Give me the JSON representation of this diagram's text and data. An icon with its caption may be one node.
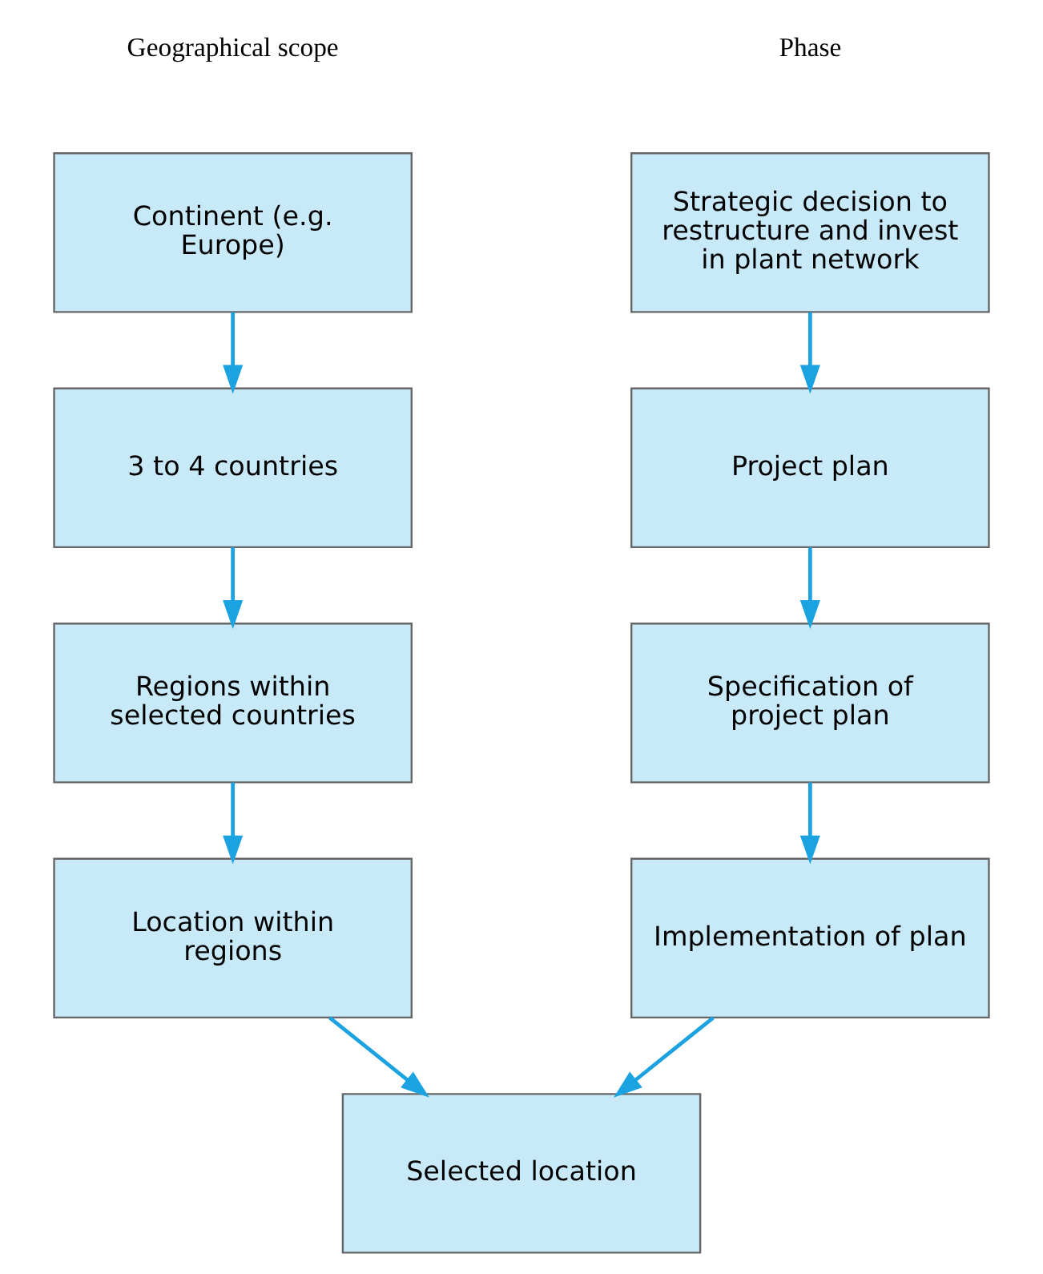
{
  "diagram": {
    "nodes": [
      {
        "text": [
          "Strategic decision to restructure and invest in plant network"
        ]
      },
      {
        "text": [
          "Project plan"
        ]
      },
      {
        "text": [
          "Specification of project plan"
        ]
      },
      {
        "text": [
          "Implementation of plan"
        ]
      },
      {
        "text": [
          "Continent (e.g. Europe)"
        ]
      },
      {
        "text": [
          "3 to 4 countries"
        ]
      },
      {
        "text": [
          "Regions within selected countries"
        ]
      },
      {
        "text": [
          "Location within regions"
        ]
      },
      {
        "text": [
          "Selected location"
        ]
      }
    ],
    "edges": [
      {
        "from": 0,
        "to": 1,
        "arrow": "to"
      },
      {
        "from": 1,
        "to": 2,
        "arrow": "to"
      },
      {
        "from": 2,
        "to": 3,
        "arrow": "to"
      },
      {
        "from": 4,
        "to": 5,
        "arrow": "to"
      },
      {
        "from": 5,
        "to": 6,
        "arrow": "to"
      },
      {
        "from": 6,
        "to": 7,
        "arrow": "to"
      },
      {
        "from": 3,
        "to": 8,
        "arrow": "to"
      },
      {
        "from": 7,
        "to": 8,
        "arrow": "to"
      }
    ],
    "labels": [
      "Phase",
      "Geographical scope"
    ]
  }
}
